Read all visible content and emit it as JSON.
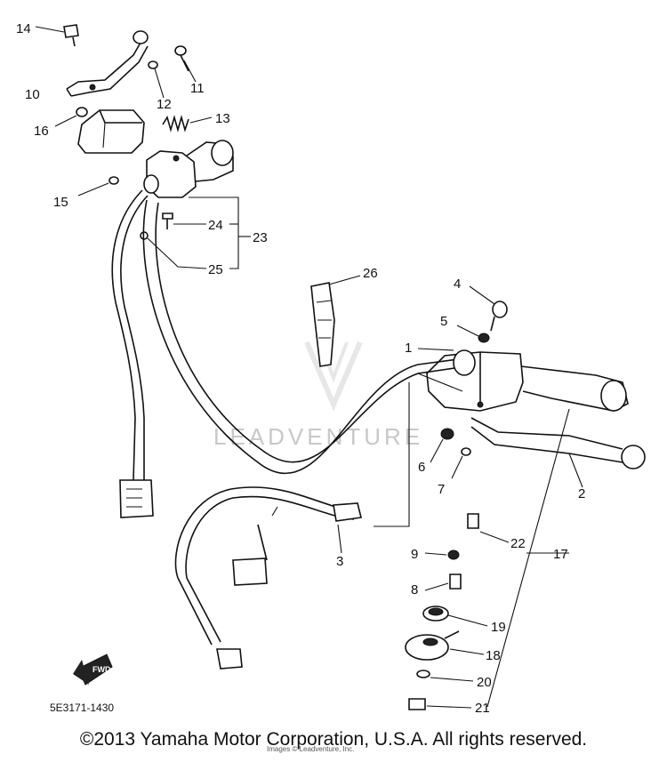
{
  "diagram": {
    "watermark": "LEADVENTURE",
    "fwd_label": "FWD",
    "diagram_code": "5E3171-1430",
    "copyright": "©2013 Yamaha Motor Corporation, U.S.A. All rights reserved.",
    "copyright_small": "Images © Leadventure, Inc."
  },
  "callouts": {
    "c1": "1",
    "c2": "2",
    "c3": "3",
    "c4": "4",
    "c5": "5",
    "c6": "6",
    "c7": "7",
    "c8": "8",
    "c9": "9",
    "c10": "10",
    "c11": "11",
    "c12": "12",
    "c13": "13",
    "c14": "14",
    "c15": "15",
    "c16": "16",
    "c17": "17",
    "c18": "18",
    "c19": "19",
    "c20": "20",
    "c21": "21",
    "c22": "22",
    "c23": "23",
    "c24": "24",
    "c25": "25",
    "c26": "26"
  }
}
